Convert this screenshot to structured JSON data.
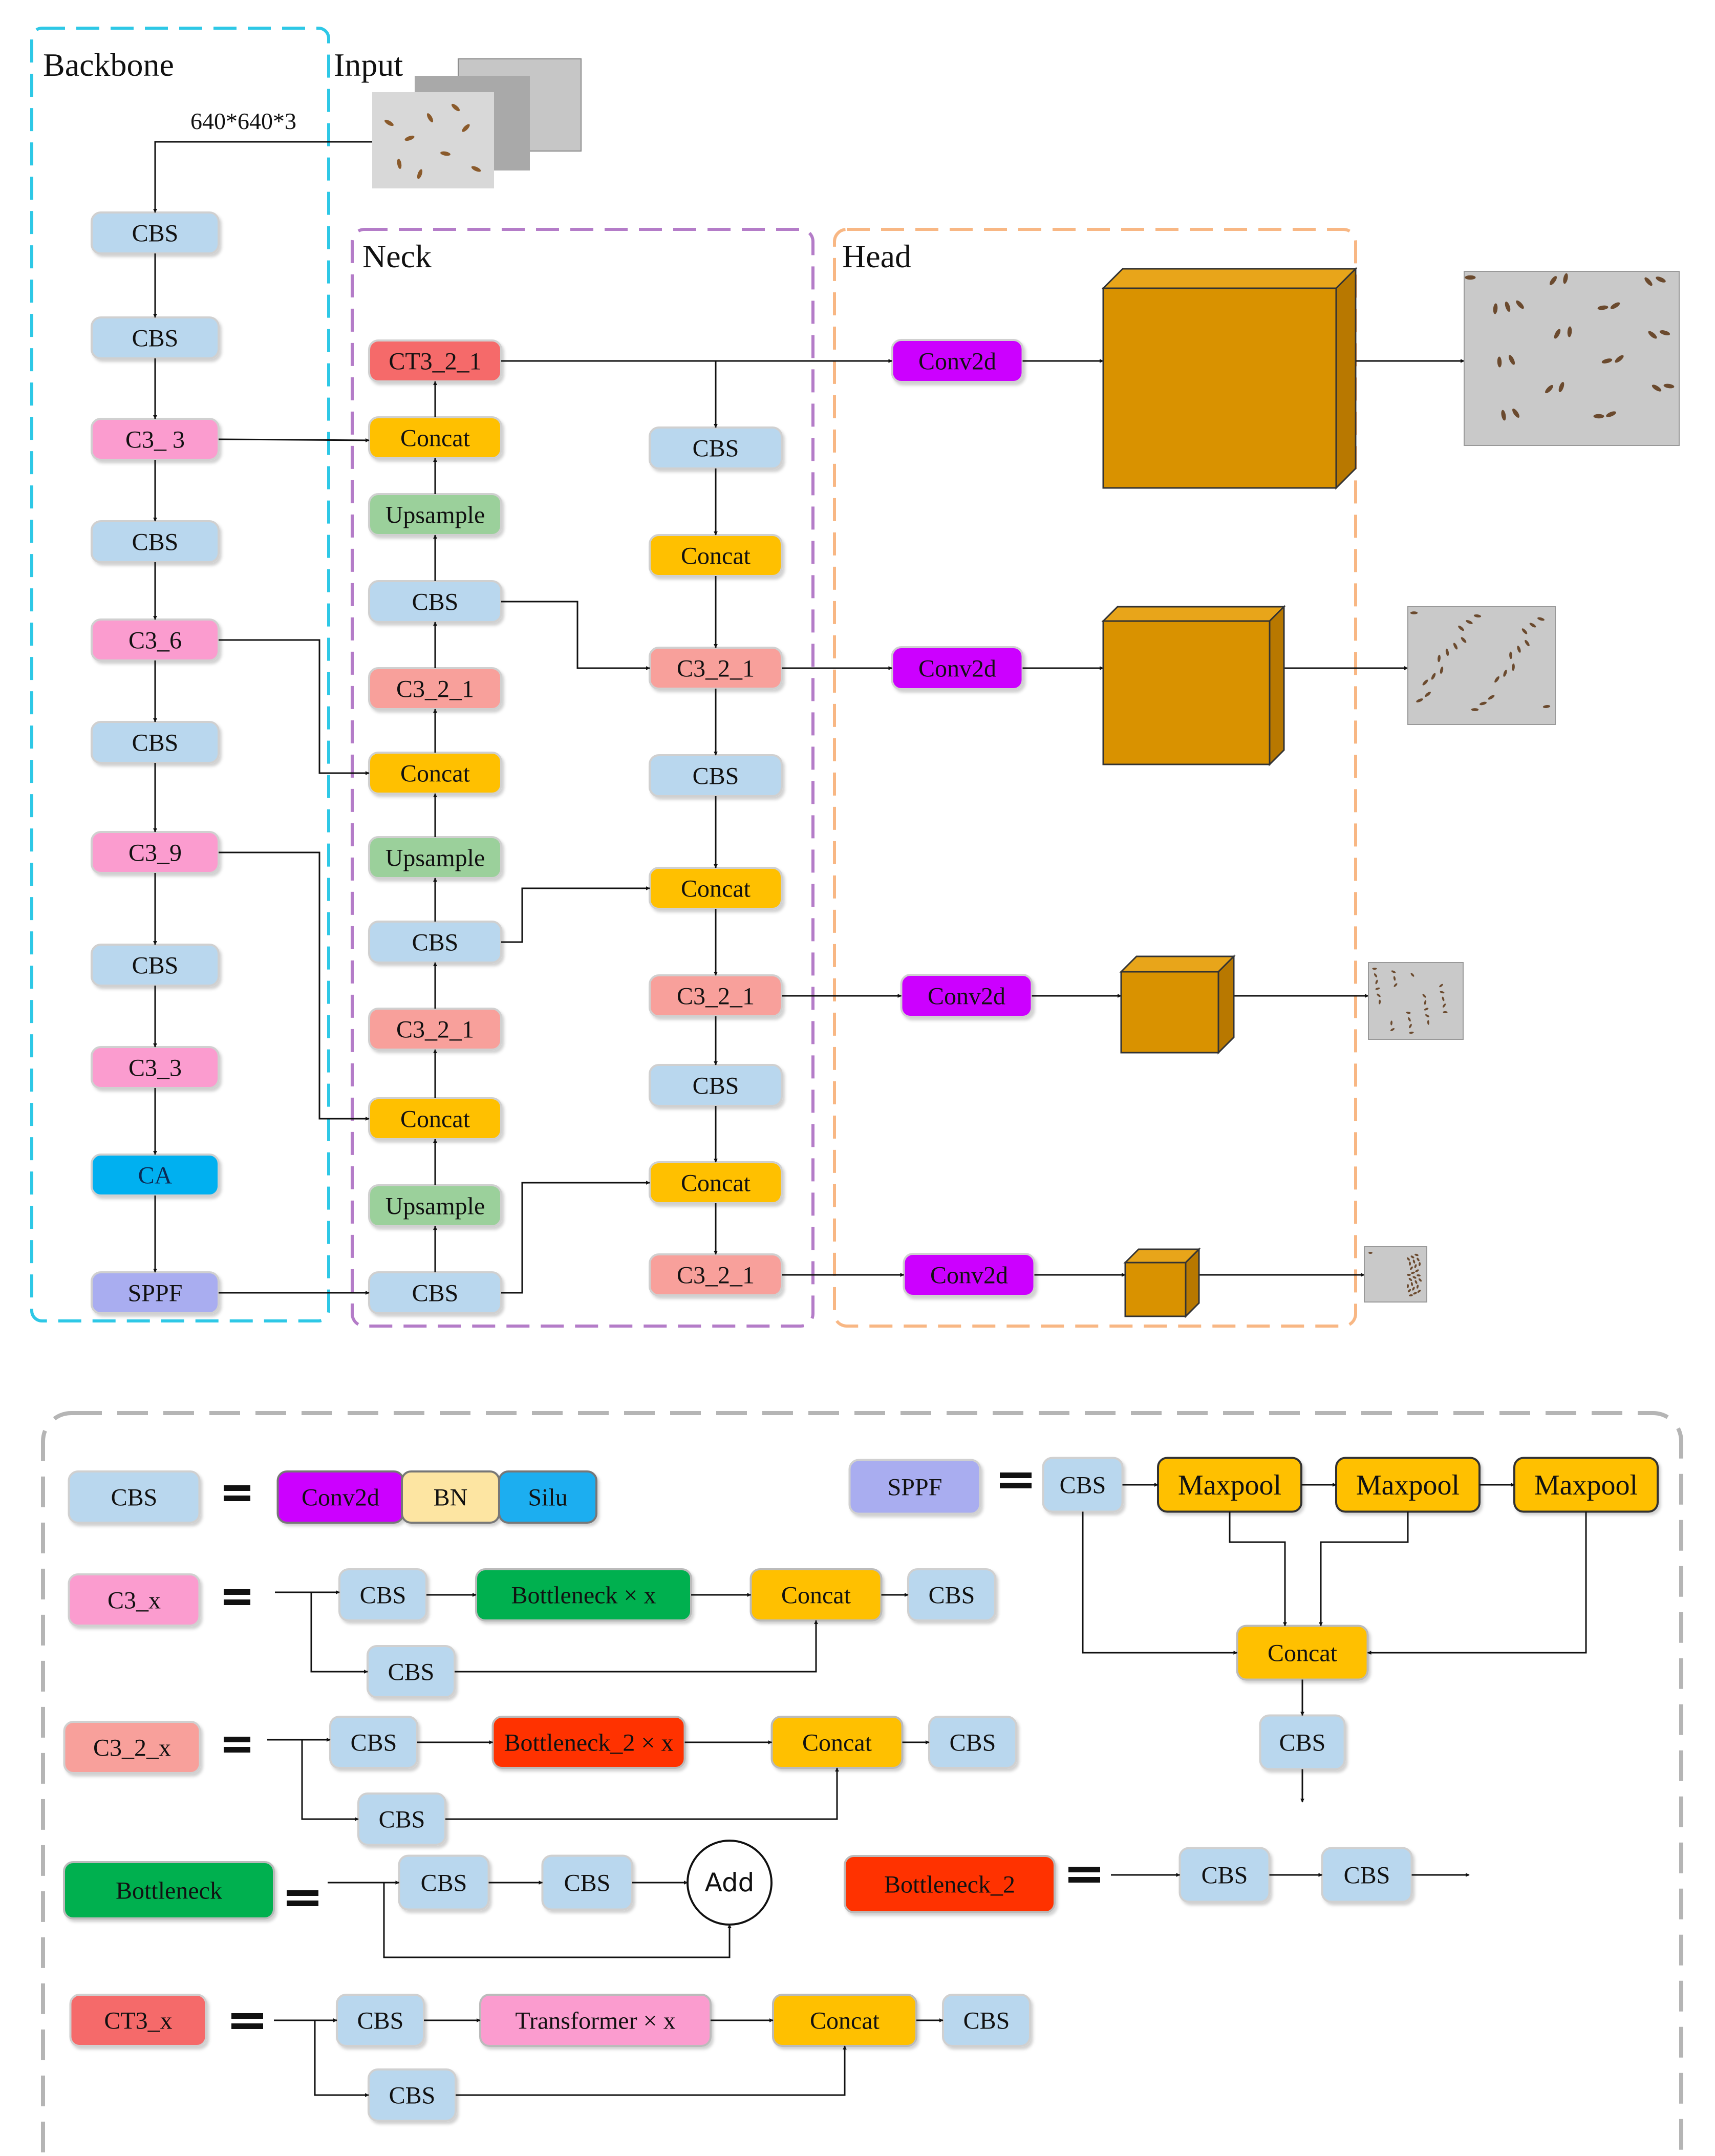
{
  "colors": {
    "cbs": "#b9d7ee",
    "c3": "#fb9ccf",
    "c32": "#f8a09b",
    "ct3": "#f56b6b",
    "concat": "#ffc000",
    "upsample": "#9bd09b",
    "conv2d": "#cc00ff",
    "ca": "#00b0f0",
    "sppf": "#a9adf0",
    "bn": "#fde5a2",
    "silu": "#1aaef0",
    "bottleneck": "#00b050",
    "bottleneck2": "#ff3300",
    "transformer": "#fb9ccf",
    "maxpool": "#ffc000",
    "cube": "#d99200",
    "backbone_border": "#2ec8e6",
    "neck_border": "#b47cc8",
    "head_border": "#f8b784",
    "legend_border": "#b5b5b5"
  },
  "sections": {
    "backbone": "Backbone",
    "input": "Input",
    "neck": "Neck",
    "head": "Head"
  },
  "input_size": "640*640*3",
  "image_icon": "seed-photo-thumbnail",
  "backbone": [
    "CBS",
    "CBS",
    "C3_ 3",
    "CBS",
    "C3_6",
    "CBS",
    "C3_9",
    "CBS",
    "C3_3",
    "CA",
    "SPPF"
  ],
  "neck": {
    "left": [
      "CT3_2_1",
      "Concat",
      "Upsample",
      "CBS",
      "C3_2_1",
      "Concat",
      "Upsample",
      "CBS",
      "C3_2_1",
      "Concat",
      "Upsample",
      "CBS"
    ],
    "right": [
      "CBS",
      "Concat",
      "C3_2_1",
      "CBS",
      "Concat",
      "C3_2_1",
      "CBS",
      "Concat",
      "C3_2_1"
    ]
  },
  "head": {
    "conv": "Conv2d"
  },
  "legend": {
    "eq": "=",
    "cbs": {
      "name": "CBS",
      "parts": [
        "Conv2d",
        "BN",
        "Silu"
      ]
    },
    "c3x": {
      "name": "C3_x",
      "nodes": [
        "CBS",
        "Bottleneck × x",
        "Concat",
        "CBS",
        "CBS"
      ]
    },
    "c32x": {
      "name": "C3_2_x",
      "nodes": [
        "CBS",
        "Bottleneck_2 × x",
        "Concat",
        "CBS",
        "CBS"
      ]
    },
    "bottleneck": {
      "name": "Bottleneck",
      "nodes": [
        "CBS",
        "CBS",
        "Add"
      ]
    },
    "bottleneck2": {
      "name": "Bottleneck_2",
      "nodes": [
        "CBS",
        "CBS"
      ]
    },
    "ct3x": {
      "name": "CT3_x",
      "nodes": [
        "CBS",
        "Transformer × x",
        "Concat",
        "CBS",
        "CBS"
      ]
    },
    "sppf": {
      "name": "SPPF",
      "nodes": [
        "CBS",
        "Maxpool",
        "Maxpool",
        "Maxpool",
        "Concat",
        "CBS"
      ]
    }
  }
}
